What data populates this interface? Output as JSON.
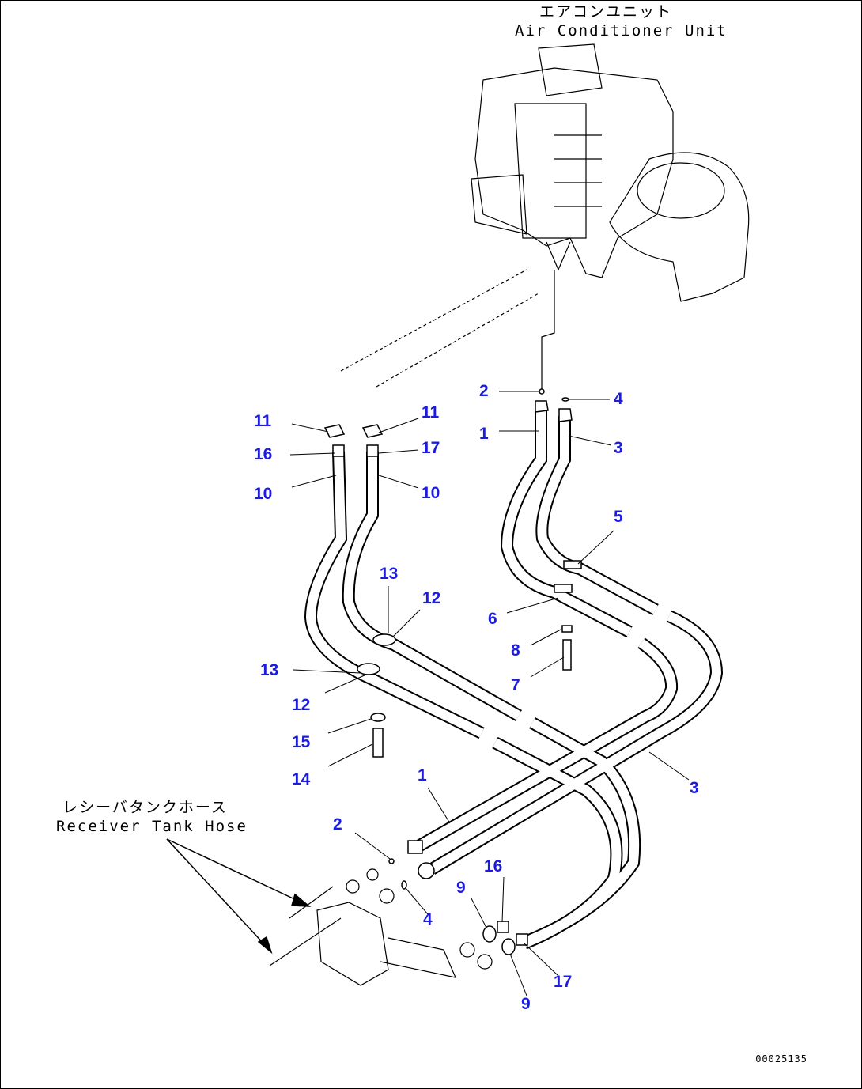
{
  "captions": {
    "unit_jp": "エアコンユニット",
    "unit_en": "Air Conditioner Unit",
    "receiver_jp": "レシーバタンクホース",
    "receiver_en": "Receiver Tank Hose"
  },
  "callouts": [
    "1",
    "2",
    "3",
    "4",
    "5",
    "6",
    "7",
    "8",
    "9",
    "10",
    "11",
    "12",
    "13",
    "14",
    "15",
    "16",
    "17"
  ],
  "drawing_code": "00025135",
  "label_color": "#1c1ce0"
}
